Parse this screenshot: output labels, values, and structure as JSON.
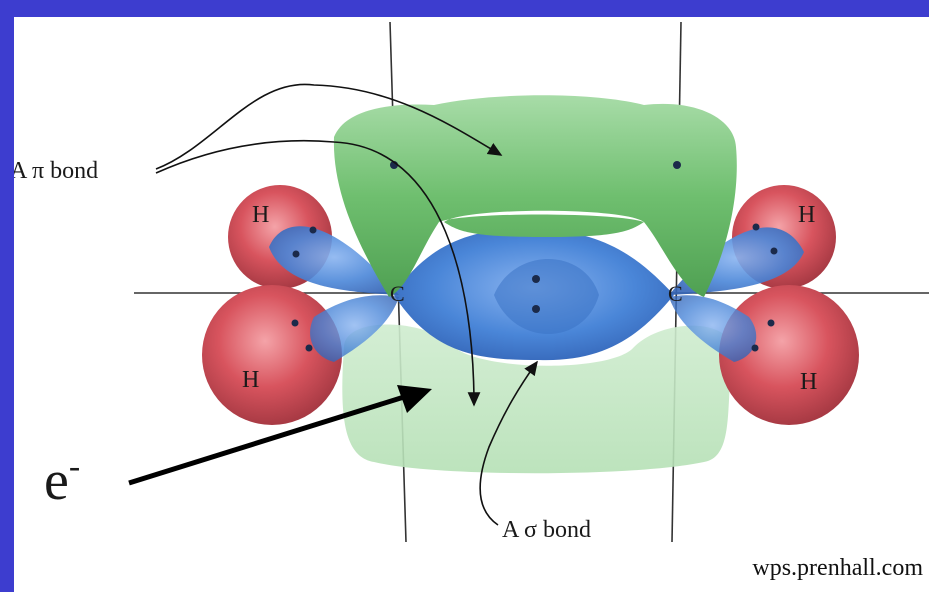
{
  "diagram": {
    "pi_bond_label": "A π bond",
    "sigma_bond_label": "A σ bond",
    "electron_label": "e",
    "electron_superscript": "-",
    "carbon_left": "C",
    "carbon_right": "C",
    "hydrogen_top_left": "H",
    "hydrogen_bottom_left": "H",
    "hydrogen_top_right": "H",
    "hydrogen_bottom_right": "H"
  },
  "credit": "wps.prenhall.com",
  "colors": {
    "frame": "#3d3dcf",
    "pi_lobe": "#6fbf6f",
    "sigma_lobe": "#4a86d8",
    "hydrogen": "#d24d57"
  }
}
